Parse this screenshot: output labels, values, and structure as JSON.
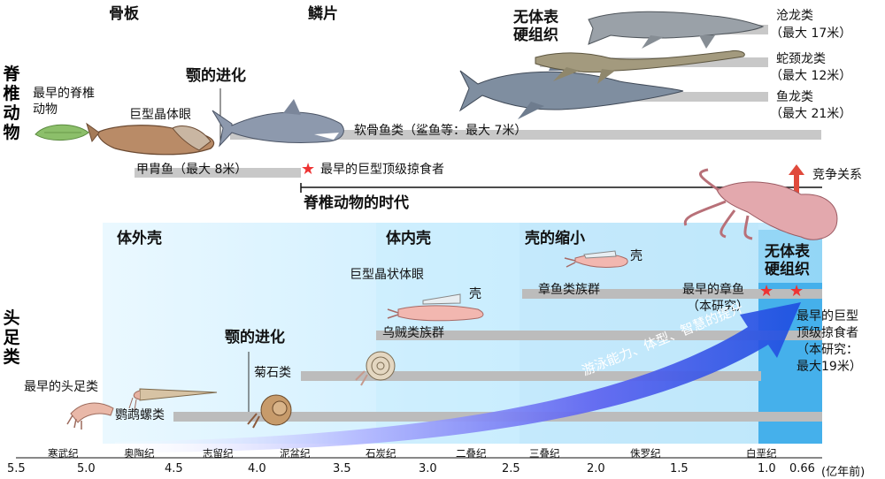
{
  "vertebrates": {
    "section_label": "脊椎动物",
    "headers": {
      "bone_plate": "骨板",
      "scales": "鳞片",
      "no_hard_tissue": "无体表硬组织"
    },
    "earliest": "最早的脊椎动物",
    "giant_eye": "巨型晶体眼",
    "jaw": "颚的进化",
    "placoderm": "甲胄鱼（最大 8米）",
    "first_predator": "最早的巨型顶级掠食者",
    "sharks": "软骨鱼类（鲨鱼等：最大 7米）",
    "era": "脊椎动物的时代",
    "mosasaur": "沧龙类",
    "mosasaur_size": "（最大 17米）",
    "plesiosaur": "蛇颈龙类",
    "plesiosaur_size": "（最大 12米）",
    "ichthyosaur": "鱼龙类",
    "ichthyosaur_size": "（最大 21米）"
  },
  "competition": "竞争关系",
  "cephalopods": {
    "section_label": "头足类",
    "headers": {
      "external": "体外壳",
      "internal": "体内壳",
      "reduction": "壳的缩小",
      "no_hard_tissue": "无体表硬组织"
    },
    "earliest": "最早的头足类",
    "nautiloid": "鹦鹉螺类",
    "jaw": "颚的进化",
    "ammonoid": "菊石类",
    "giant_eye": "巨型晶状体眼",
    "shell": "壳",
    "squid": "乌贼类族群",
    "shell2": "壳",
    "octopus": "章鱼类族群",
    "first_octopus": "最早的章鱼",
    "this_study": "（本研究）",
    "predator_l1": "最早的巨型",
    "predator_l2": "顶级掠食者",
    "predator_l3": "（本研究：",
    "predator_l4": "最大19米）"
  },
  "arrow_label": "游泳能力、体型、智慧的提升",
  "timeline": {
    "periods": [
      "寒武纪",
      "奥陶纪",
      "志留纪",
      "泥盆纪",
      "石炭纪",
      "二叠纪",
      "三叠纪",
      "侏罗纪",
      "白垩纪"
    ],
    "ticks": [
      "5.5",
      "5.0",
      "4.5",
      "4.0",
      "3.5",
      "3.0",
      "2.5",
      "2.0",
      "1.5",
      "1.0",
      "0.66"
    ],
    "unit": "(亿年前)"
  },
  "colors": {
    "star": "#e33333",
    "arrow_start": "#ffffff",
    "arrow_end": "#1d4fe0",
    "bar": "#c8c8c8",
    "shade": "#cfefff",
    "competition_arrow": "#e04a3c"
  }
}
